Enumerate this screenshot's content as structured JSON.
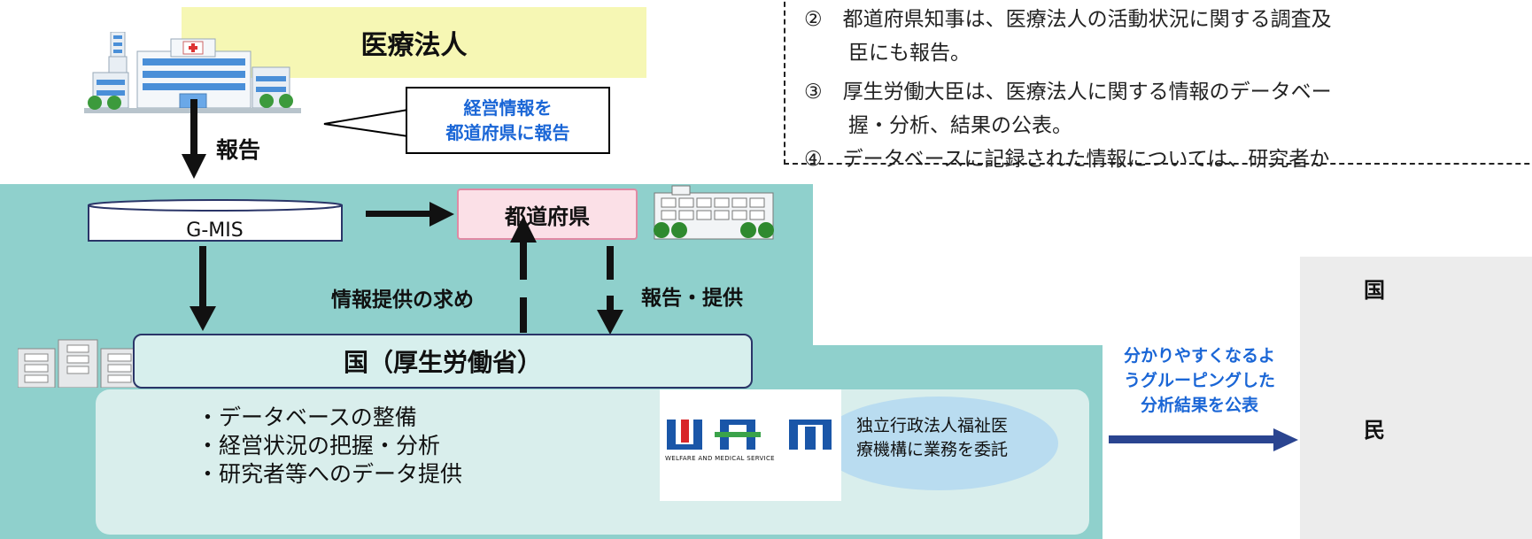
{
  "header": {
    "corp_title": "医療法人"
  },
  "callout": {
    "line1": "経営情報を",
    "line2": "都道府県に報告"
  },
  "notes": {
    "note2_line1": "②　都道府県知事は、医療法人の活動状況に関する調査及",
    "note2_line2": "臣にも報告。",
    "note3_line1": "③　厚生労働大臣は、医療法人に関する情報のデータベー",
    "note3_line2": "握・分析、結果の公表。",
    "note4_line1": "④　データベースに記録された情報については、研究者か"
  },
  "flow": {
    "report_label": "報告",
    "gmis_label": "G-MIS",
    "prefecture_label": "都道府県",
    "request_label": "情報提供の求め",
    "report_provide_label": "報告・提供",
    "national_label": "国（厚生労働省）"
  },
  "national_tasks": [
    "・データベースの整備",
    "・経営状況の把握・分析",
    "・研究者等へのデータ提供"
  ],
  "wam": {
    "logo_sub": "WELFARE AND MEDICAL SERVICE",
    "desc_line1": "独立行政法人福祉医",
    "desc_line2": "療機構に業務を委託"
  },
  "publish": {
    "line1": "分かりやすくなるよ",
    "line2": "うグルーピングした",
    "line3": "分析結果を公表"
  },
  "audience": {
    "item1": "国",
    "item2": "民"
  },
  "colors": {
    "teal": "#8fd0cc",
    "accent_blue": "#1a66d6",
    "header_yellow": "#f6f7b4",
    "prefecture_pink": "#fbe0e7",
    "arrow_navy": "#2a4490"
  }
}
